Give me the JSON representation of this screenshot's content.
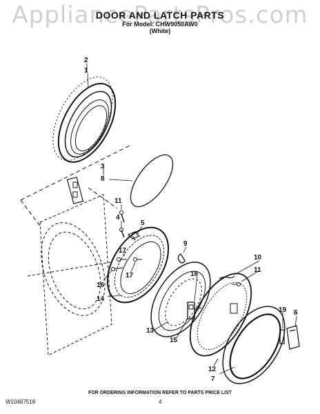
{
  "watermark": "AppliancePartsPros.com",
  "header": {
    "title": "DOOR AND LATCH PARTS",
    "model_line": "For Model: CHW9050AW0",
    "color_line": "(White)"
  },
  "callouts": {
    "c1": "1",
    "c2": "2",
    "c3": "3",
    "c4": "4",
    "c5": "5",
    "c6": "6",
    "c7": "7",
    "c8": "8",
    "c9": "9",
    "c10": "10",
    "c11a": "11",
    "c11b": "11",
    "c12": "12",
    "c13": "13",
    "c14": "14",
    "c15": "15",
    "c16": "16",
    "c17a": "17",
    "c17b": "17",
    "c18": "18",
    "c19": "19"
  },
  "footer": {
    "note": "FOR ORDERING INFORMATION REFER TO PARTS PRICE LIST",
    "doc_number": "W10467518",
    "page_number": "4"
  }
}
